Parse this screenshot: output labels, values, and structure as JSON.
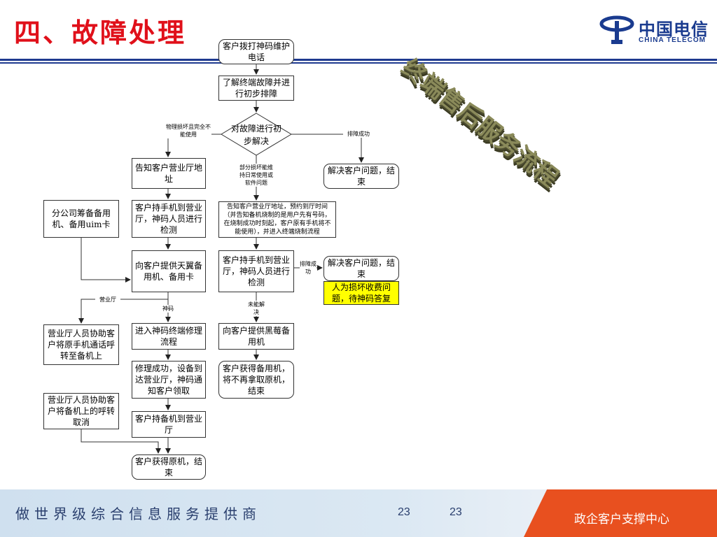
{
  "page": {
    "title": "四、故障处理",
    "wordart": "终端售后服务流程"
  },
  "logo": {
    "cn": "中国电信",
    "en": "CHINA TELECOM"
  },
  "flow": {
    "n1": "客户拨打神码维护电话",
    "n2": "了解终端故障并进行初步排障",
    "n3": "对故障进行初步解决",
    "n4": "告知客户营业厅地址",
    "n5": "解决客户问题，结束",
    "n6": "分公司筹备备用机、备用uim卡",
    "n7": "客户持手机到营业厅，神码人员进行检测",
    "n8": "告知客户营业厅地址，预约到厅时间（并告知备机烧制的是用户先有号码，在烧制成功时刻起，客户原有手机将不能使用），并进入终端烧制流程",
    "n9": "向客户提供天翼备用机、备用卡",
    "n10": "客户持手机到营业厅，神码人员进行检测",
    "n11": "解决客户问题，结束",
    "n12": "人为损坏收费问题，待神码答复",
    "n13": "营业厅人员协助客户将原手机通话呼转至备机上",
    "n14": "进入神码终端修理流程",
    "n15": "向客户提供黑莓备用机",
    "n16": "修理成功，设备到达营业厅，神码通知客户领取",
    "n17": "客户获得备用机，将不再拿取原机，结束",
    "n18": "营业厅人员协助客户将备机上的呼转取消",
    "n19": "客户持备机到营业厅",
    "n20": "客户获得原机，结束"
  },
  "labels": {
    "l1": "物理损坏且完全不能使用",
    "l2": "排障成功",
    "l3": "部分损坏能维持日常使用或软件问题",
    "l4": "排障成功",
    "l5": "营业厅",
    "l6": "神码",
    "l7": "未能解决"
  },
  "footer": {
    "slogan": "做世界级综合信息服务提供商",
    "page1": "23",
    "page2": "23",
    "center": "政企客户支撑中心"
  }
}
